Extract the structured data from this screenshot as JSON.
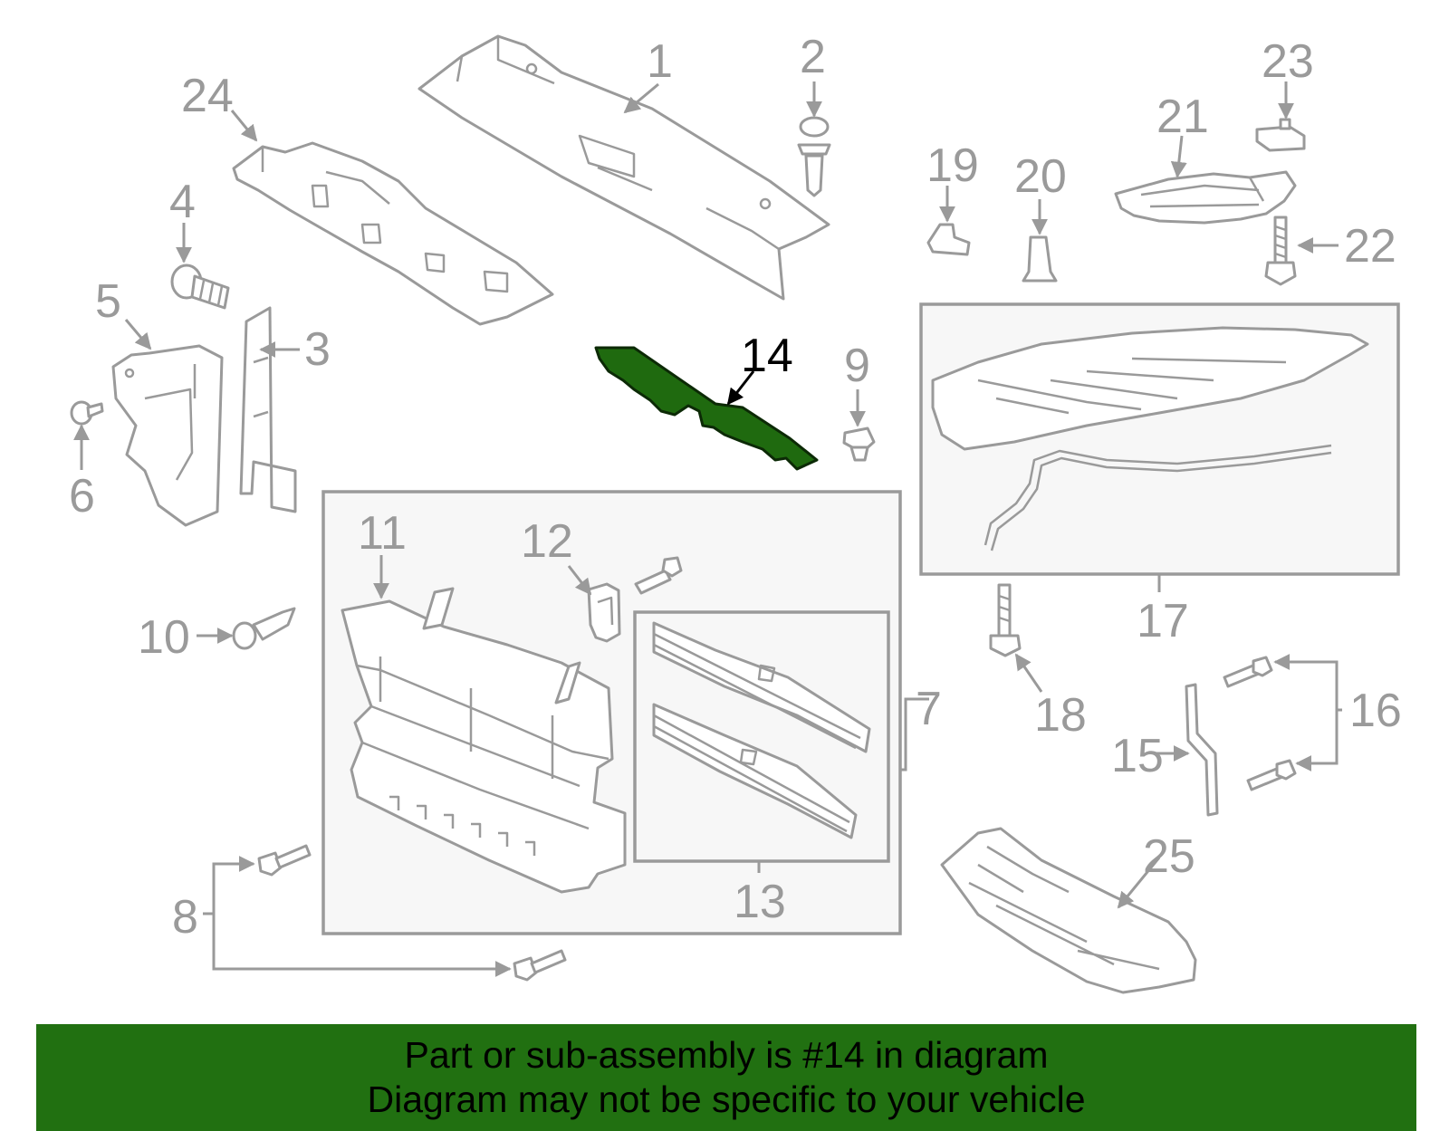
{
  "callouts": {
    "c1": "1",
    "c2": "2",
    "c3": "3",
    "c4": "4",
    "c5": "5",
    "c6": "6",
    "c7": "7",
    "c8": "8",
    "c9": "9",
    "c10": "10",
    "c11": "11",
    "c12": "12",
    "c13": "13",
    "c14": "14",
    "c15": "15",
    "c16": "16",
    "c17": "17",
    "c18": "18",
    "c19": "19",
    "c20": "20",
    "c21": "21",
    "c22": "22",
    "c23": "23",
    "c24": "24",
    "c25": "25"
  },
  "highlighted_part": "14",
  "colors": {
    "highlight_part": "#1f6a0f",
    "banner_bg": "#217011",
    "line_art": "#9a9a9a"
  },
  "banner": {
    "line1": "Part or sub-assembly is #14 in diagram",
    "line2": "Diagram may not be specific to your vehicle"
  }
}
